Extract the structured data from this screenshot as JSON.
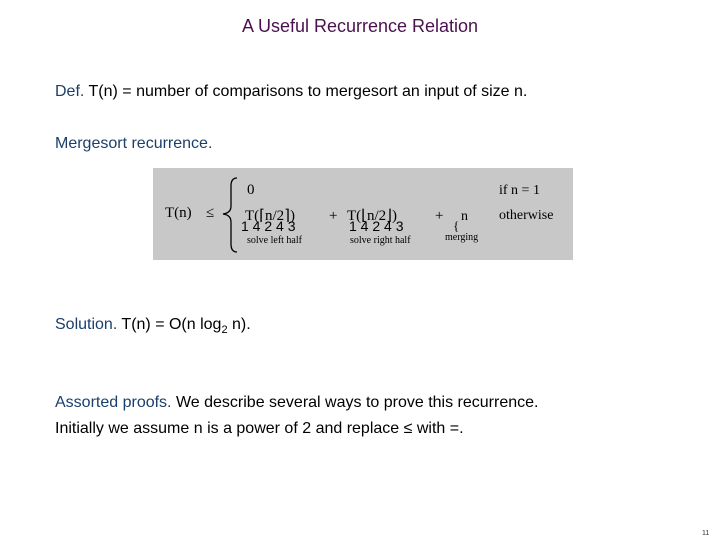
{
  "slide": {
    "title": "A Useful Recurrence Relation",
    "page_number": "11"
  },
  "definition": {
    "label": "Def.",
    "text": "T(n)  = number of comparisons to mergesort an input of size n."
  },
  "mergesort": {
    "label": "Mergesort recurrence."
  },
  "recurrence": {
    "lhs": "T(n)",
    "relation": "≤",
    "case1_value": "0",
    "case1_condition": "if  n = 1",
    "term1": "T(⌈n/2⌉)",
    "plus1": "+",
    "term2": "T(⌊n/2⌋)",
    "plus2": "+",
    "term3": "n",
    "case2_condition": "otherwise",
    "brace_digits_left": "1 4 2 4 3",
    "brace_digits_right": "1 4 2 4 3",
    "merge_glyph": "{",
    "label_left": "solve left half",
    "label_right": "solve right half",
    "label_merge": "merging"
  },
  "solution": {
    "label": "Solution.",
    "text_before": "T(n) = O(n log",
    "subscript": "2",
    "text_after": " n)."
  },
  "proofs": {
    "label": "Assorted proofs.",
    "text": "We describe several ways to prove this recurrence.",
    "line2": "Initially we assume n is a power of 2 and replace ≤ with =."
  },
  "colors": {
    "title": "#4b1050",
    "label": "#1b3f6b",
    "figure_bg": "#c8c8c8"
  }
}
